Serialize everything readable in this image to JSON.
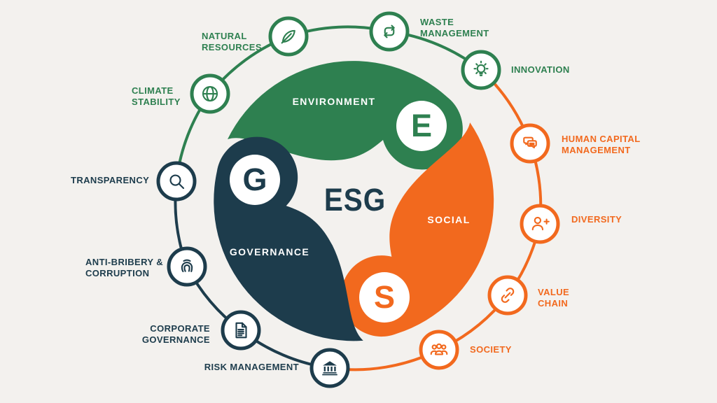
{
  "background_color": "#f3f1ee",
  "colors": {
    "environment": "#2e8050",
    "social": "#f2691e",
    "governance": "#1d3c4c",
    "circle_fill": "#ffffff"
  },
  "esg": {
    "center_label": "ESG",
    "segments": [
      {
        "id": "environment",
        "label": "ENVIRONMENT",
        "letter": "E"
      },
      {
        "id": "social",
        "label": "SOCIAL",
        "letter": "S"
      },
      {
        "id": "governance",
        "label": "GOVERNANCE",
        "letter": "G"
      }
    ]
  },
  "nodes": [
    {
      "id": "transparency",
      "icon": "magnifier-icon",
      "group": "governance",
      "lines": [
        "TRANSPARENCY"
      ]
    },
    {
      "id": "climate-stability",
      "icon": "globe-icon",
      "group": "environment",
      "lines": [
        "CLIMATE",
        "STABILITY"
      ]
    },
    {
      "id": "natural-resources",
      "icon": "feather-icon",
      "group": "environment",
      "lines": [
        "NATURAL",
        "RESOURCES"
      ]
    },
    {
      "id": "waste-management",
      "icon": "recycle-icon",
      "group": "environment",
      "lines": [
        "WASTE",
        "MANAGEMENT"
      ]
    },
    {
      "id": "innovation",
      "icon": "lightbulb-icon",
      "group": "environment",
      "lines": [
        "INNOVATION"
      ]
    },
    {
      "id": "human-capital-management",
      "icon": "chat-icon",
      "group": "social",
      "lines": [
        "HUMAN CAPITAL",
        "MANAGEMENT"
      ]
    },
    {
      "id": "diversity",
      "icon": "person-plus-icon",
      "group": "social",
      "lines": [
        "DIVERSITY"
      ]
    },
    {
      "id": "value-chain",
      "icon": "link-icon",
      "group": "social",
      "lines": [
        "VALUE",
        "CHAIN"
      ]
    },
    {
      "id": "society",
      "icon": "people-icon",
      "group": "social",
      "lines": [
        "SOCIETY"
      ]
    },
    {
      "id": "risk-management",
      "icon": "bank-icon",
      "group": "governance",
      "lines": [
        "RISK MANAGEMENT"
      ]
    },
    {
      "id": "corporate-governance",
      "icon": "document-icon",
      "group": "governance",
      "lines": [
        "CORPORATE",
        "GOVERNANCE"
      ]
    },
    {
      "id": "anti-bribery-corruption",
      "icon": "fingerprint-icon",
      "group": "governance",
      "lines": [
        "ANTI-BRIBERY &",
        "CORRUPTION"
      ]
    }
  ]
}
